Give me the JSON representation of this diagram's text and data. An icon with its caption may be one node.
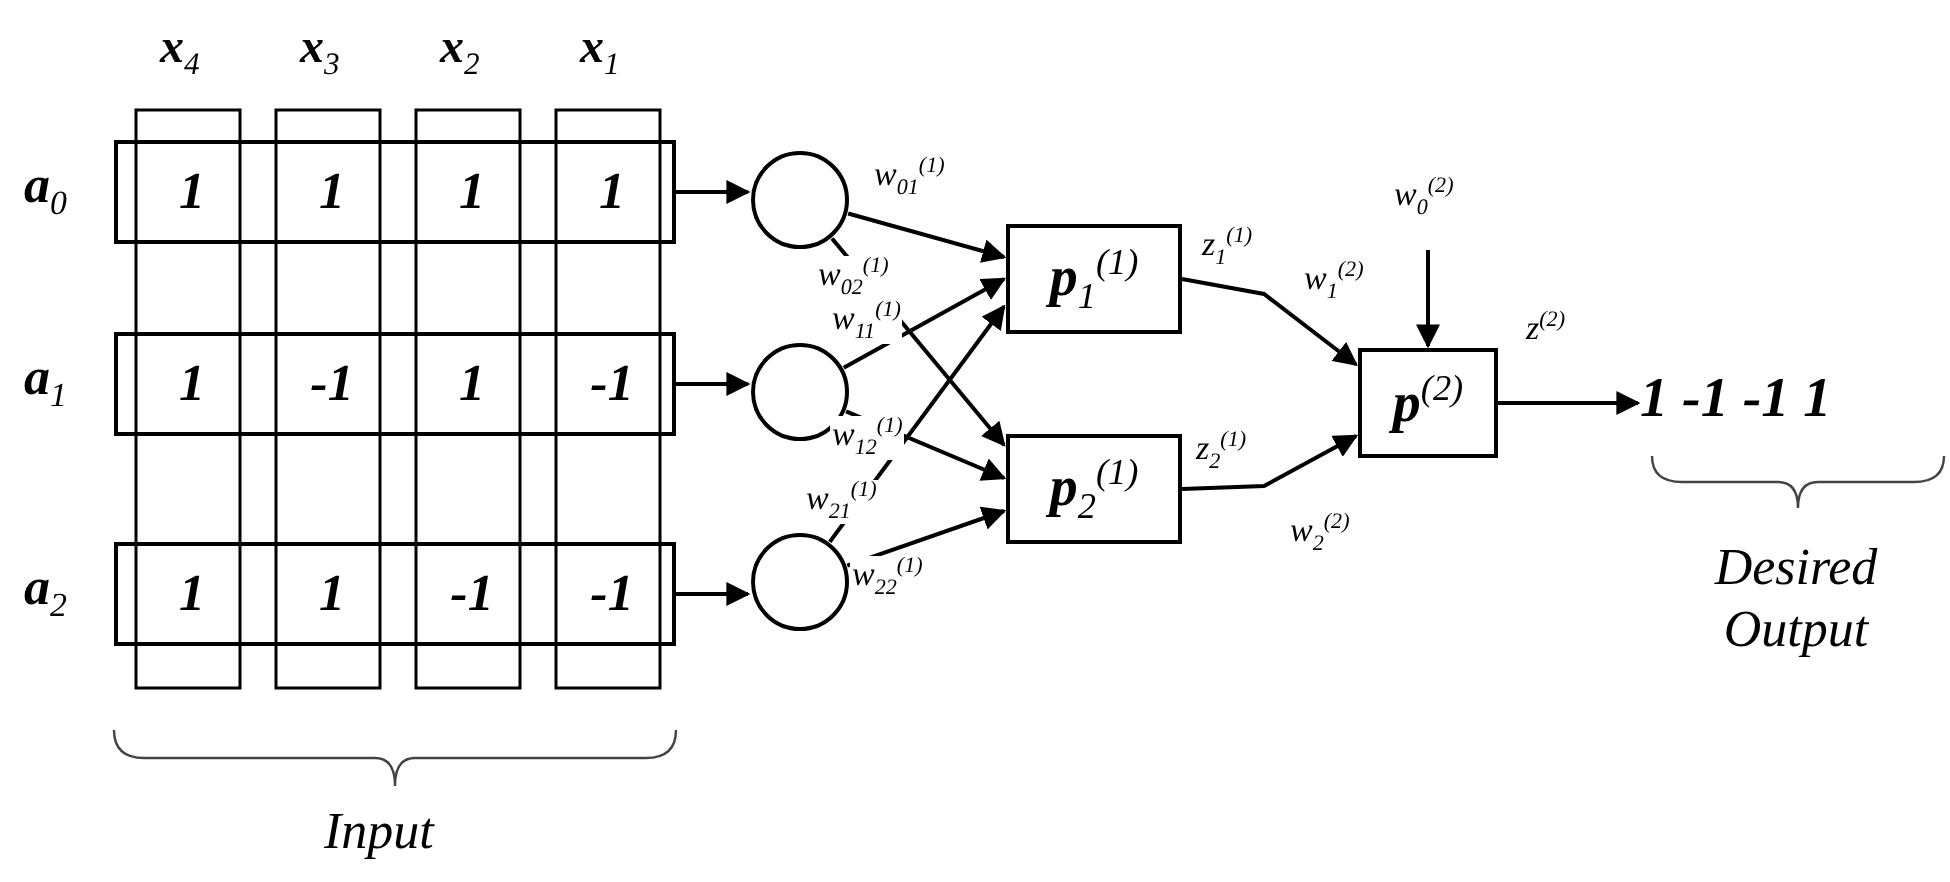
{
  "diagram": {
    "nodes": [
      {
        "text": [
          "1",
          "1",
          "1",
          "1"
        ]
      },
      {
        "text": [
          "1",
          "-1",
          "1",
          "-1"
        ]
      },
      {
        "text": [
          "1",
          "1",
          "-1",
          "-1"
        ]
      },
      {
        "text": [],
        "shape": "circle"
      },
      {
        "text": [],
        "shape": "circle"
      },
      {
        "text": [],
        "shape": "circle"
      },
      {
        "text": [
          "**p**$_{1}$$^{(1)}$"
        ]
      },
      {
        "text": [
          "**p**$_{2}$$^{(1)}$"
        ]
      },
      {
        "text": [
          "**p**$^{(2)}$"
        ]
      },
      {
        "text": [
          "1 -1 -1 1"
        ]
      }
    ],
    "edges": [
      {
        "from": 0,
        "to": 3,
        "arrow": "to"
      },
      {
        "from": 1,
        "to": 4,
        "arrow": "to"
      },
      {
        "from": 2,
        "to": 5,
        "arrow": "to"
      },
      {
        "from": 3,
        "to": 6,
        "arrow": "to",
        "label": "w$_{01}$$^{(1)}$"
      },
      {
        "from": 3,
        "to": 7,
        "arrow": "to",
        "label": "w$_{02}$$^{(1)}$"
      },
      {
        "from": 4,
        "to": 6,
        "arrow": "to",
        "label": "w$_{11}$$^{(1)}$"
      },
      {
        "from": 4,
        "to": 7,
        "arrow": "to",
        "label": "w$_{12}$$^{(1)}$"
      },
      {
        "from": 5,
        "to": 6,
        "arrow": "to",
        "label": "w$_{21}$$^{(1)}$"
      },
      {
        "from": 5,
        "to": 7,
        "arrow": "to",
        "label": "w$_{22}$$^{(1)}$"
      },
      {
        "from": 6,
        "to": 8,
        "arrow": "to",
        "label": "z$_{1}$$^{(1)}$"
      },
      {
        "from": 7,
        "to": 8,
        "arrow": "to",
        "label": "z$_{2}$$^{(1)}$"
      },
      {
        "from": null,
        "to": 8,
        "arrow": "to",
        "label": "w$_{0}$$^{(2)}$"
      },
      {
        "from": 8,
        "to": 9,
        "arrow": "to",
        "label": "z$^{(2)}$"
      }
    ],
    "labels": [
      "**x**$_{4}$",
      "**x**$_{3}$",
      "**x**$_{2}$",
      "**x**$_{1}$",
      "**a**$_{0}$",
      "**a**$_{1}$",
      "**a**$_{2}$",
      "w$_{1}$$^{(2)}$",
      "w$_{2}$$^{(2)}$",
      "Input",
      "Desired Output"
    ]
  }
}
